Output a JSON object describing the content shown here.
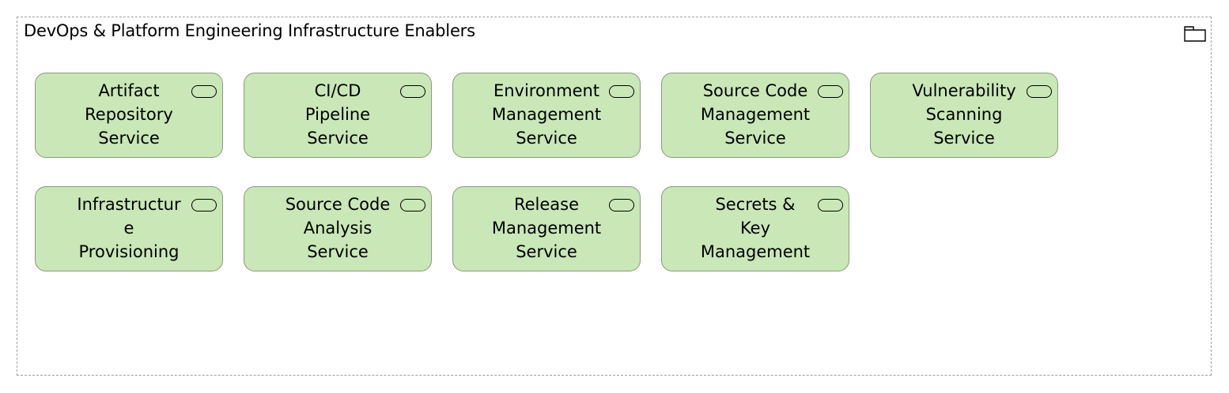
{
  "group": {
    "title": "DevOps & Platform Engineering Infrastructure Enablers",
    "icon": "folder-icon"
  },
  "colors": {
    "service_fill": "#c9e7b7",
    "service_border": "#8a9a7f",
    "group_border": "#9e9e9e"
  },
  "services": [
    {
      "lines": [
        "Artifact",
        "Repository",
        "Service"
      ],
      "icon": "business-service-icon"
    },
    {
      "lines": [
        "CI/CD",
        "Pipeline",
        "Service"
      ],
      "icon": "business-service-icon"
    },
    {
      "lines": [
        "Environment",
        "Management",
        "Service"
      ],
      "icon": "business-service-icon"
    },
    {
      "lines": [
        "Source Code",
        "Management",
        "Service"
      ],
      "icon": "business-service-icon"
    },
    {
      "lines": [
        "Vulnerability",
        "Scanning",
        "Service"
      ],
      "icon": "business-service-icon"
    },
    {
      "lines": [
        "Infrastructur",
        "e",
        "Provisioning"
      ],
      "icon": "business-service-icon"
    },
    {
      "lines": [
        "Source Code",
        "Analysis",
        "Service"
      ],
      "icon": "business-service-icon"
    },
    {
      "lines": [
        "Release",
        "Management",
        "Service"
      ],
      "icon": "business-service-icon"
    },
    {
      "lines": [
        "Secrets &",
        "Key",
        "Management"
      ],
      "icon": "business-service-icon"
    }
  ]
}
